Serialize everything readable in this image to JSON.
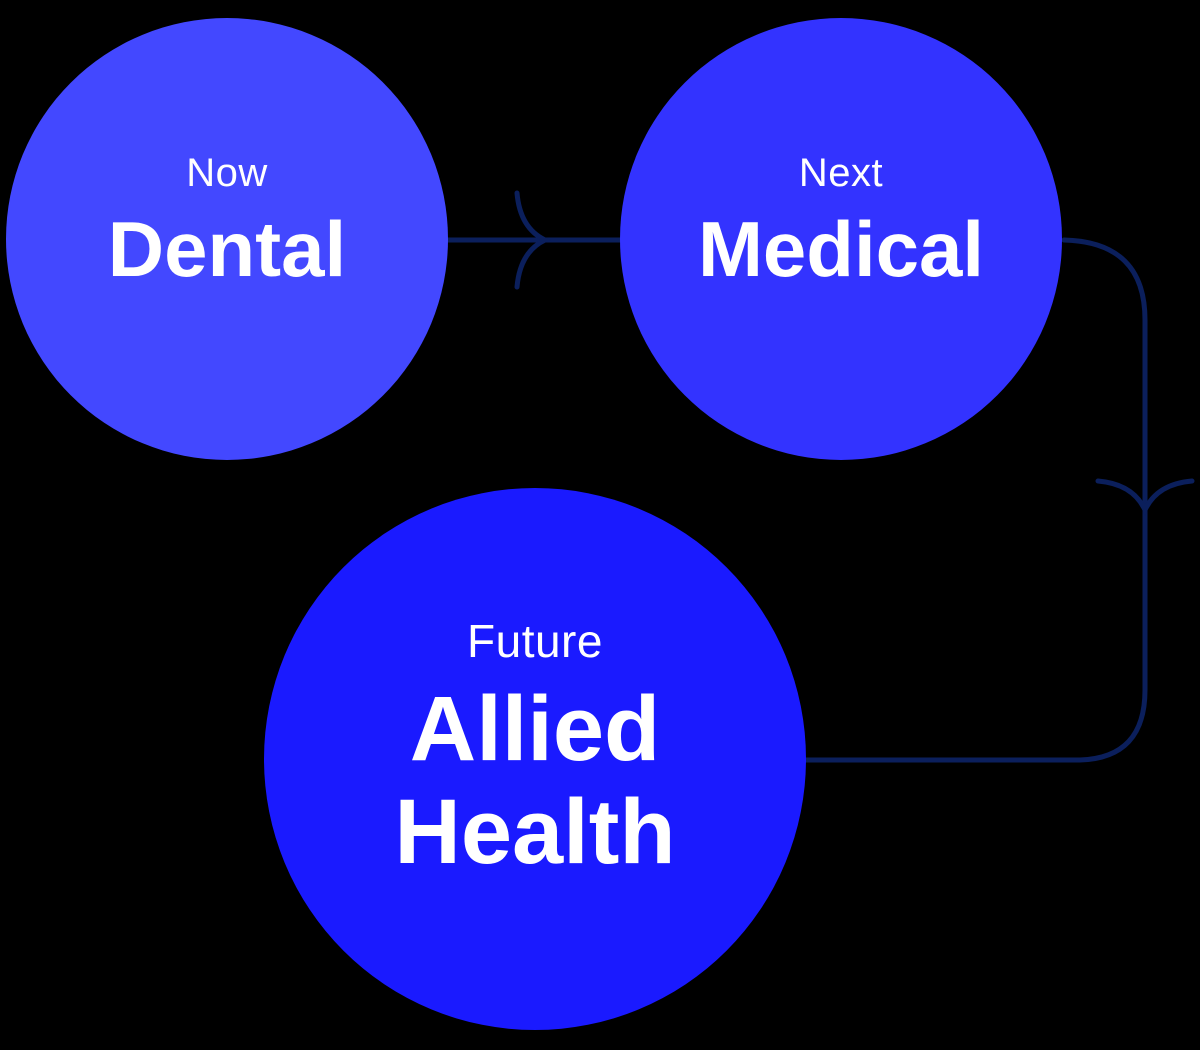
{
  "diagram": {
    "type": "roadmap-flow",
    "background": "#000000",
    "connector_color": "#0b1f5c",
    "stages": [
      {
        "id": "now",
        "phase": "Now",
        "title": "Dental",
        "color": "#4348ff"
      },
      {
        "id": "next",
        "phase": "Next",
        "title": "Medical",
        "color": "#3333ff"
      },
      {
        "id": "future",
        "phase": "Future",
        "title": "Allied Health",
        "title_lines": [
          "Allied",
          "Health"
        ],
        "color": "#1a1aff"
      }
    ],
    "edges": [
      {
        "from": "now",
        "to": "next",
        "direction": "right"
      },
      {
        "from": "next",
        "to": "future",
        "direction": "down-then-left"
      }
    ]
  }
}
